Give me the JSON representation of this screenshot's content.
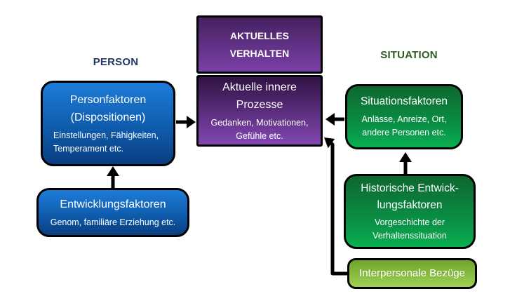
{
  "diagram": {
    "headings": {
      "person": "PERSON",
      "situation": "SITUATION"
    },
    "boxes": {
      "aktuelles_verhalten": {
        "title": "AKTUELLES\nVERHALTEN"
      },
      "innere_prozesse": {
        "title": "Aktuelle innere\nProzesse",
        "subtitle": "Gedanken, Motivationen,\nGefühle etc."
      },
      "personfaktoren": {
        "title": "Personfaktoren\n(Dispositionen)",
        "subtitle": "Einstellungen, Fähigkeiten,\nTemperament etc."
      },
      "entwicklungsfaktoren": {
        "title": "Entwicklungsfaktoren",
        "subtitle": "Genom, familiäre Erziehung etc."
      },
      "situationsfaktoren": {
        "title": "Situationsfaktoren",
        "subtitle": "Anlässe, Anreize, Ort,\nandere Personen etc."
      },
      "historische_entwicklungsfaktoren": {
        "title": "Historische Entwick-\nlungsfaktoren",
        "subtitle": "Vorgeschichte der\nVerhaltenssituation"
      },
      "interpersonale_bezuege": {
        "title": "Interpersonale Bezüge"
      }
    },
    "colors": {
      "person_heading": "#1f3864",
      "situation_heading": "#2f5b24",
      "blue_box_top": "#1d7cd9",
      "blue_box_bottom": "#093e80",
      "green_box_top": "#0d672f",
      "green_box_bottom": "#09b050",
      "light_green_top": "#6fa42c",
      "light_green_bottom": "#9ed053",
      "purple_box_top": "#301344",
      "purple_box_bottom": "#8347b2",
      "connector": "#000000"
    }
  }
}
